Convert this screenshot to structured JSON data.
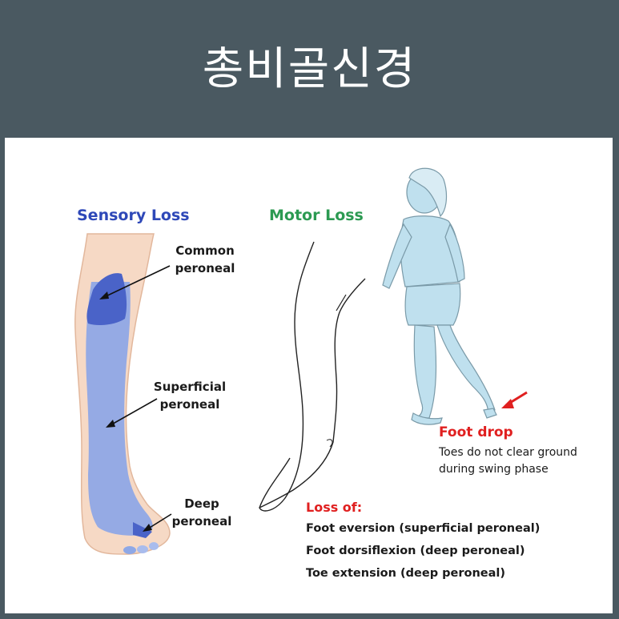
{
  "title": "총비골신경",
  "sensory": {
    "heading": "Sensory Loss",
    "common_line1": "Common",
    "common_line2": "peroneal",
    "superficial_line1": "Superficial",
    "superficial_line2": "peroneal",
    "deep_line1": "Deep",
    "deep_line2": "peroneal"
  },
  "motor": {
    "heading": "Motor Loss",
    "foot_drop_title": "Foot drop",
    "foot_drop_line1": "Toes do not clear ground",
    "foot_drop_line2": "during swing phase",
    "loss_title": "Loss of:",
    "loss_items": [
      "Foot eversion (superficial peroneal)",
      "Foot dorsiflexion (deep peroneal)",
      "Toe extension (deep peroneal)"
    ]
  },
  "colors": {
    "header_bg": "#4a5961",
    "sensory_heading": "#2e48b8",
    "motor_heading": "#2c9a52",
    "alert_red": "#e02020",
    "skin": "#f6d9c5",
    "sensory_area": "#8fa8e6",
    "common_area": "#4a63c8",
    "figure_fill": "#bfe0ee"
  }
}
